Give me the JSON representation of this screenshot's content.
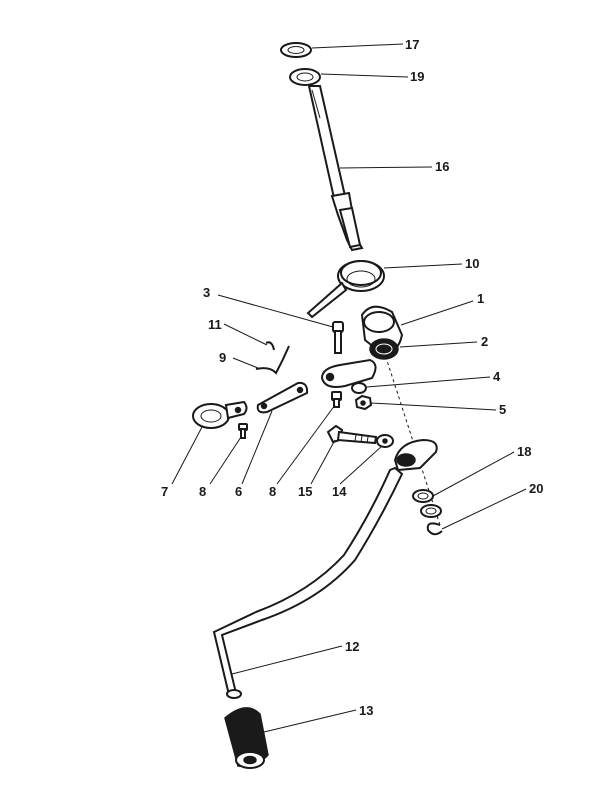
{
  "callouts": {
    "c1": "1",
    "c2": "2",
    "c3": "3",
    "c4": "4",
    "c5": "5",
    "c6": "6",
    "c7": "7",
    "c8a": "8",
    "c8b": "8",
    "c9": "9",
    "c10": "10",
    "c11": "11",
    "c12": "12",
    "c13": "13",
    "c14": "14",
    "c15": "15",
    "c16": "16",
    "c17": "17",
    "c18": "18",
    "c19": "19",
    "c20": "20"
  },
  "colors": {
    "ink": "#1a1a1a",
    "paper": "#ffffff"
  }
}
